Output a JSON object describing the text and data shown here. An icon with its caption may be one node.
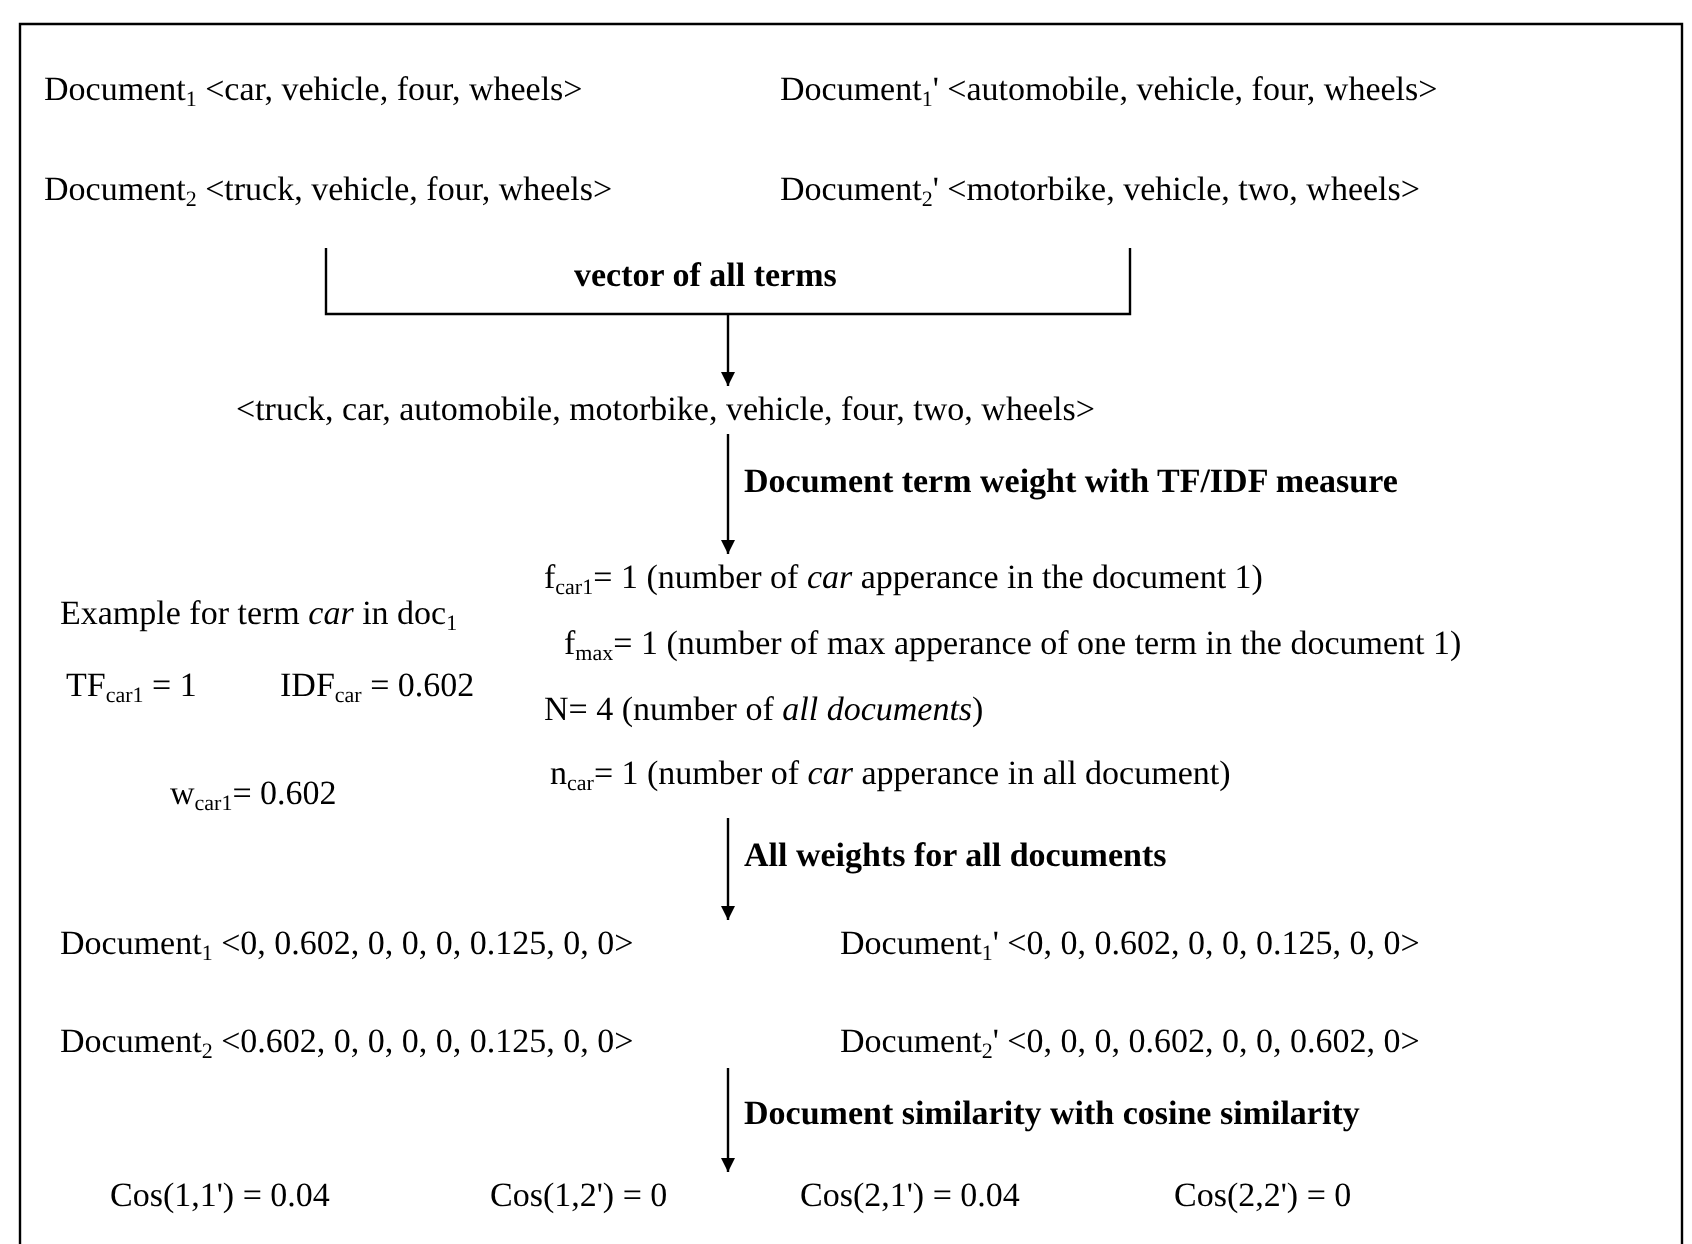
{
  "diagram": {
    "nodes": [
      {
        "text": [
          "Document$_{1}$ <car, vehicle, four, wheels>",
          "Document$_{1}$' <automobile, vehicle, four, wheels>",
          "Document$_{2}$ <truck, vehicle, four, wheels>",
          "Document$_{2}$' <motorbike, vehicle, two, wheels>"
        ]
      },
      {
        "text": [
          "<truck, car, automobile, motorbike, vehicle, four, two, wheels>"
        ]
      },
      {
        "text": [
          "Example for term *car* in doc$_{1}$",
          "f$_{car1}$= 1 (number of *car* apperance in the document 1)",
          "f$_{max}$= 1 (number of max apperance of one term in the document 1)",
          "TF$_{car1}$ = 1",
          "IDF$_{car}$ = 0.602",
          "N= 4 (number of *all documents*)",
          "w$_{car1}$= 0.602",
          "n$_{car}$= 1 (number of *car* apperance in all document)"
        ]
      },
      {
        "text": [
          "Document$_{1}$ <0, 0.602, 0, 0, 0, 0.125, 0, 0>",
          "Document$_{1}$' <0, 0, 0.602, 0, 0, 0.125, 0, 0>",
          "Document$_{2}$ <0.602, 0, 0, 0, 0, 0.125, 0, 0>",
          "Document$_{2}$' <0, 0, 0, 0.602, 0, 0, 0.602, 0>"
        ]
      },
      {
        "text": [
          "Cos(1,1') = 0.04",
          "Cos(1,2') = 0",
          "Cos(2,1') = 0.04",
          "Cos(2,2') = 0"
        ]
      }
    ],
    "edges": [
      {
        "from": 0,
        "to": 1,
        "arrow": "to",
        "label": "vector of all terms"
      },
      {
        "from": 1,
        "to": 2,
        "arrow": "to",
        "label": "Document term weight with TF/IDF measure"
      },
      {
        "from": 2,
        "to": 3,
        "arrow": "to",
        "label": "All weights for all documents"
      },
      {
        "from": 3,
        "to": 4,
        "arrow": "to",
        "label": "Document similarity with cosine similarity"
      }
    ]
  }
}
